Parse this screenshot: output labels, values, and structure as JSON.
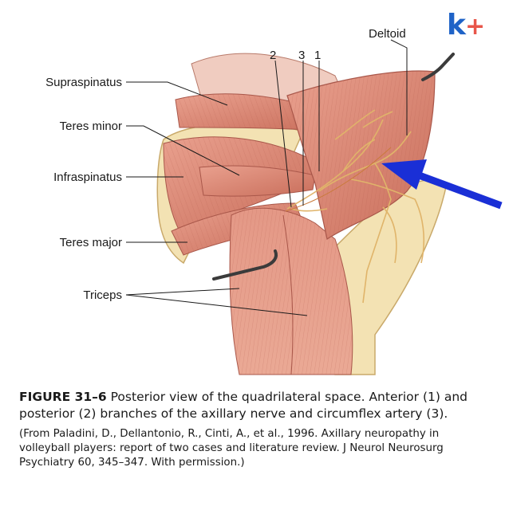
{
  "logo": {
    "k": "k",
    "plus": "+"
  },
  "labels": {
    "deltoid": "Deltoid",
    "supraspinatus": "Supraspinatus",
    "teres_minor": "Teres minor",
    "infraspinatus": "Infraspinatus",
    "teres_major": "Teres major",
    "triceps": "Triceps",
    "num_2": "2",
    "num_3": "3",
    "num_1": "1"
  },
  "caption": {
    "figure_id": "FIGURE 31–6",
    "text": "Posterior view of the quadrilateral space. Anterior (1) and posterior (2) branches of the axillary nerve and circumflex artery (3).",
    "credit": "(From Paladini, D., Dellantonio, R., Cinti, A., et al., 1996. Axillary neuropathy in volleyball players: report of two cases and literature review. J Neurol Neurosurg Psychiatry 60, 345–347. With permission.)"
  },
  "colors": {
    "muscle": "#dc8a78",
    "muscle_dark": "#b5604f",
    "bone": "#f3e2b3",
    "bone_edge": "#c9a96a",
    "nerve": "#e0b46a",
    "arrow": "#1a2fd6",
    "retractor": "#3b3b3b"
  }
}
